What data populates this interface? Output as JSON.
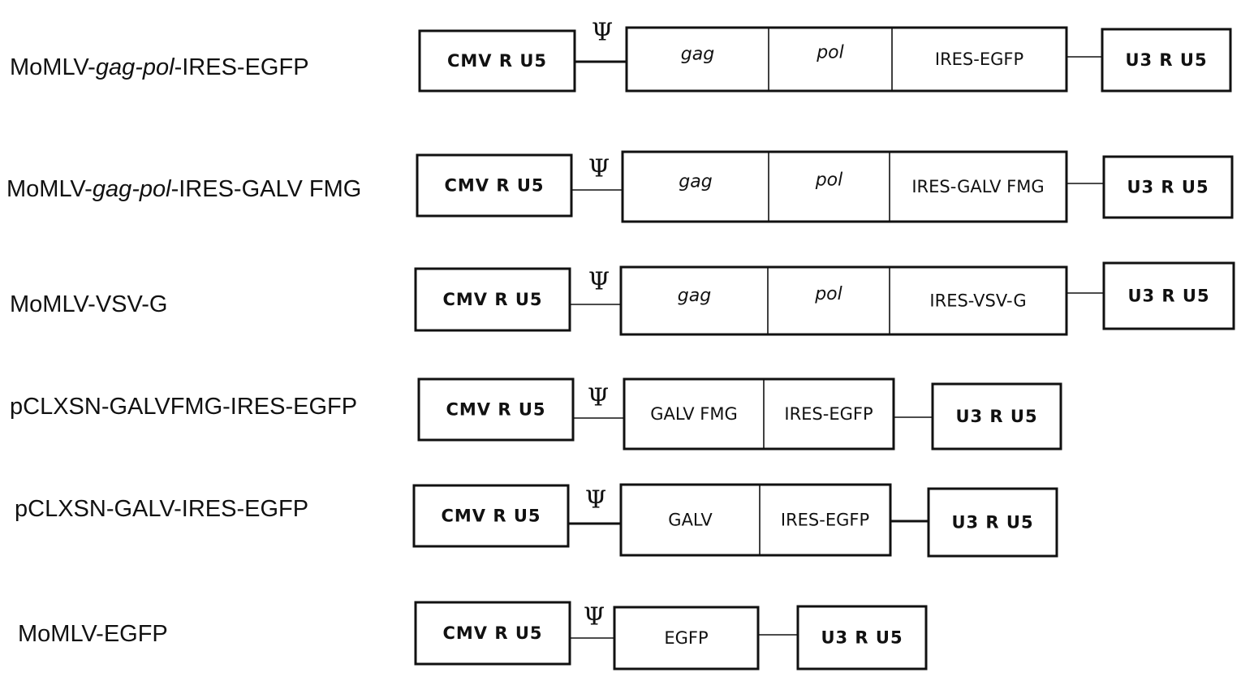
{
  "psi_symbol": "Ψ",
  "constructs": [
    {
      "name_parts": [
        {
          "text": "MoMLV-",
          "italic": false
        },
        {
          "text": "gag-pol",
          "italic": true
        },
        {
          "text": "-IRES-EGFP",
          "italic": false
        }
      ],
      "ltr5": "CMV R U5",
      "cassette": [
        {
          "text": "gag",
          "italic": true
        },
        {
          "text": "pol",
          "italic": true
        },
        {
          "text": "IRES-EGFP",
          "italic": false
        }
      ],
      "ltr3": "U3 R U5"
    },
    {
      "name_parts": [
        {
          "text": "MoMLV-",
          "italic": false
        },
        {
          "text": "gag-pol",
          "italic": true
        },
        {
          "text": "-IRES-GALV FMG",
          "italic": false
        }
      ],
      "ltr5": "CMV R U5",
      "cassette": [
        {
          "text": "gag",
          "italic": true
        },
        {
          "text": "pol",
          "italic": true
        },
        {
          "text": "IRES-GALV FMG",
          "italic": false
        }
      ],
      "ltr3": "U3 R U5"
    },
    {
      "name_parts": [
        {
          "text": "MoMLV-VSV-G",
          "italic": false
        }
      ],
      "ltr5": "CMV R U5",
      "cassette": [
        {
          "text": "gag",
          "italic": true
        },
        {
          "text": "pol",
          "italic": true
        },
        {
          "text": "IRES-VSV-G",
          "italic": false
        }
      ],
      "ltr3": "U3 R U5"
    },
    {
      "name_parts": [
        {
          "text": "pCLXSN-GALVFMG-IRES-EGFP",
          "italic": false
        }
      ],
      "ltr5": "CMV R U5",
      "cassette": [
        {
          "text": "GALV FMG",
          "italic": false
        },
        {
          "text": "IRES-EGFP",
          "italic": false
        }
      ],
      "ltr3": "U3 R U5"
    },
    {
      "name_parts": [
        {
          "text": "pCLXSN-GALV-IRES-EGFP",
          "italic": false
        }
      ],
      "ltr5": "CMV R U5",
      "cassette": [
        {
          "text": "GALV",
          "italic": false
        },
        {
          "text": "IRES-EGFP",
          "italic": false
        }
      ],
      "ltr3": "U3 R U5"
    },
    {
      "name_parts": [
        {
          "text": "MoMLV-EGFP",
          "italic": false
        }
      ],
      "ltr5": "CMV R U5",
      "cassette": [
        {
          "text": "EGFP",
          "italic": false
        }
      ],
      "ltr3": "U3 R U5"
    }
  ]
}
